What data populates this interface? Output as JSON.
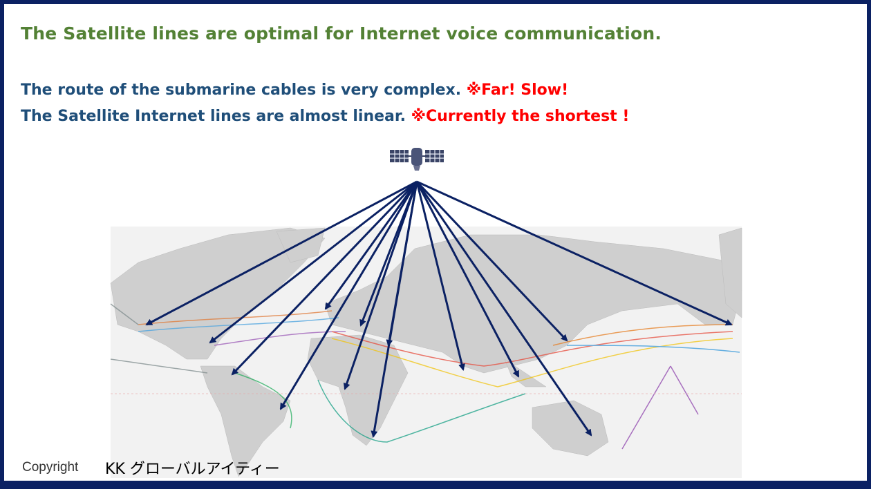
{
  "slide": {
    "title": "The Satellite lines are optimal for Internet voice communication.",
    "line1": {
      "text": "The route of the submarine cables is very complex. ",
      "highlight": "※Far! Slow!"
    },
    "line2": {
      "text": "The Satellite Internet lines are almost linear. ",
      "highlight": "※Currently the shortest !"
    },
    "copyright_label": "Copyright",
    "company": "KK グローバルアイティー"
  },
  "colors": {
    "title": "#538135",
    "body": "#1f4e79",
    "highlight": "#ff0000",
    "arrow": "#0b2163",
    "border": "#0b2163"
  },
  "icons": [
    "satellite-icon",
    "world-cable-map"
  ]
}
